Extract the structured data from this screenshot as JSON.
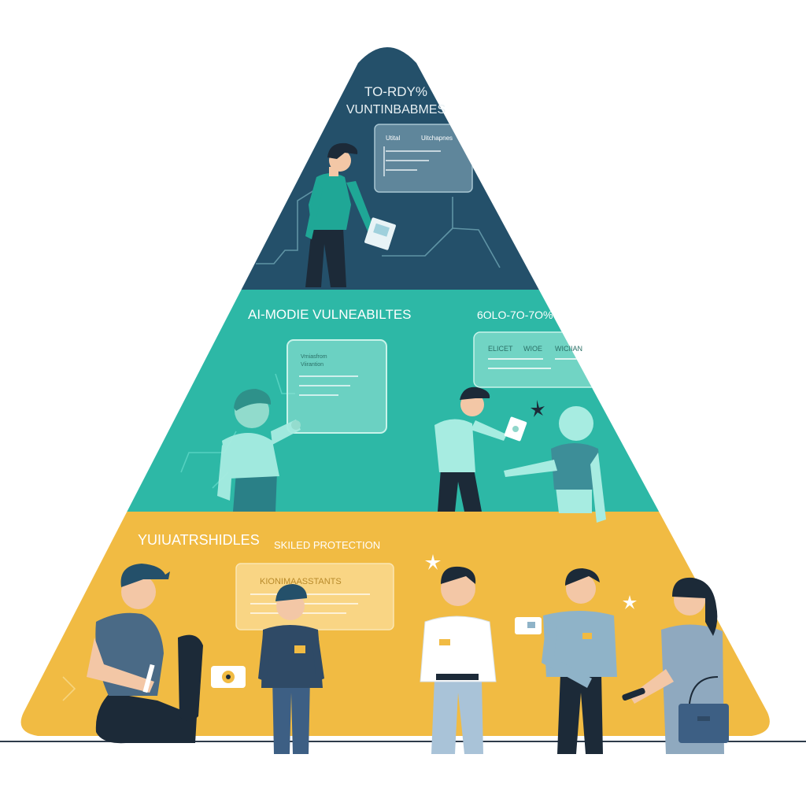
{
  "colors": {
    "tier_top": "#24506a",
    "tier_middle": "#2db8a6",
    "tier_bottom": "#f1bb43",
    "panel_top": "#8fb3c2",
    "panel_middle": "#9fe6d8",
    "panel_bottom": "#fad98f",
    "skin": "#f3c7a6",
    "dark_navy": "#1c2a38"
  },
  "pyramid": {
    "top": {
      "label_line1": "TO-RDY%",
      "label_line2": "VUNTINBABMES",
      "panel_heading_a": "Utital",
      "panel_heading_b": "Uitchapnes"
    },
    "middle": {
      "label": "AI-MODIE VULNEABILTES",
      "percent_label": "6OLO-7O-7O% I",
      "panel_left_line1": "Vrniasfrom",
      "panel_left_line2": "Viirantion",
      "panel_right_a": "ELICET",
      "panel_right_b": "WIOE",
      "panel_right_c": "WICIIAN"
    },
    "bottom": {
      "label": "YUIUATRSHIDLES",
      "sub_label": "SKILED PROTECTION",
      "panel_text": "KIONIMAASSTANTS"
    }
  },
  "icons": [
    "sparkle-icon",
    "shield-badge-icon",
    "id-card-icon",
    "document-icon",
    "briefcase-icon"
  ]
}
